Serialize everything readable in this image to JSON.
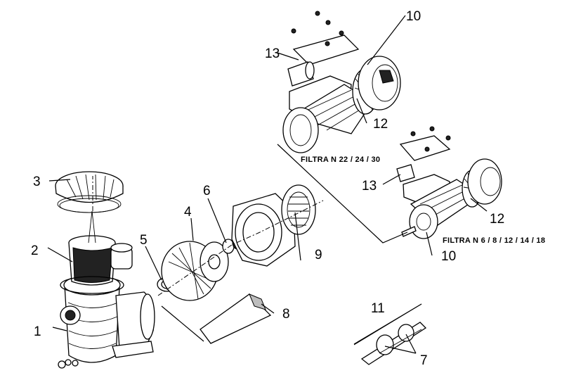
{
  "callouts": {
    "c1": "1",
    "c2": "2",
    "c3": "3",
    "c4": "4",
    "c5": "5",
    "c6": "6",
    "c7": "7",
    "c8": "8",
    "c9": "9",
    "c10a": "10",
    "c10b": "10",
    "c11": "11",
    "c12a": "12",
    "c12b": "12",
    "c13a": "13",
    "c13b": "13"
  },
  "models": {
    "large_motor": "FILTRA N 22 / 24 / 30",
    "small_motor": "FILTRA N 6 / 8 / 12 / 14 / 18"
  }
}
